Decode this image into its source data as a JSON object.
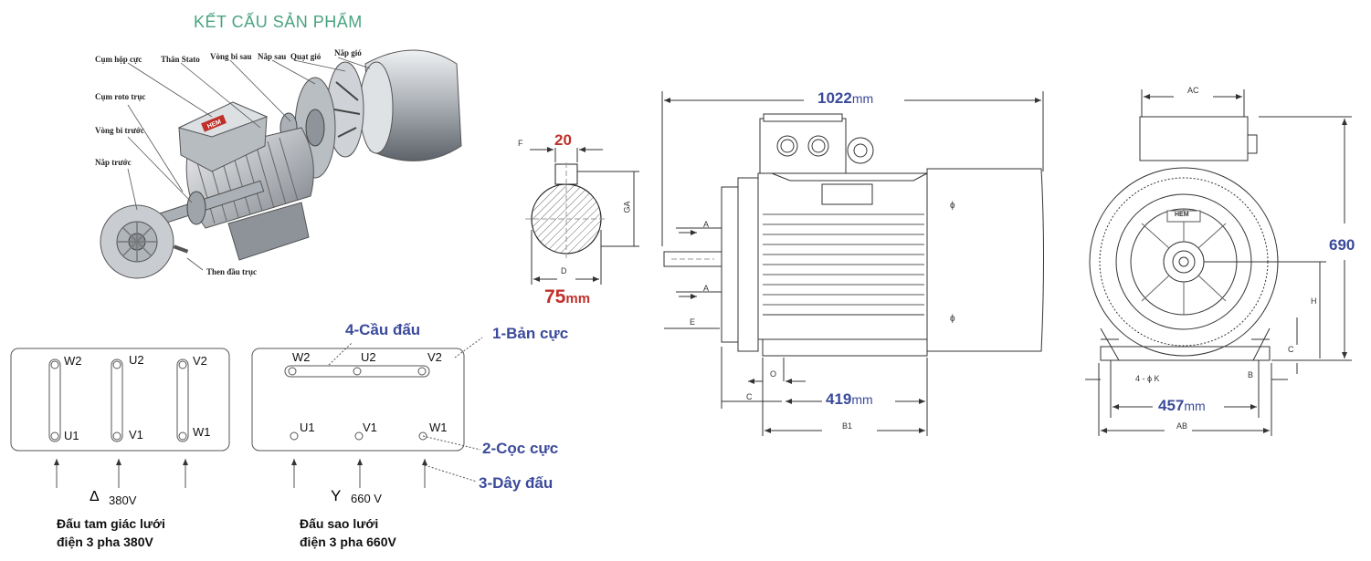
{
  "title": "KẾT CẤU SẢN PHẨM",
  "parts": {
    "cum_hop_cuc": "Cụm hộp cực",
    "than_stato": "Thân Stato",
    "vong_bi_sau": "Vòng bi sau",
    "nap_sau": "Nắp sau",
    "quat_gio": "Quạt gió",
    "nap_gio": "Nắp gió",
    "cum_roto_truc": "Cụm roto trục",
    "vong_bi_truoc": "Vòng bi trước",
    "nap_truoc": "Nắp trước",
    "then_dau_truc": "Then đầu trục"
  },
  "logo": "HEM",
  "shaft": {
    "f_label": "F",
    "f_value": "20",
    "ga_label": "GA",
    "d_label": "D",
    "d_value": "75",
    "unit": "mm"
  },
  "side_view": {
    "length": "1022",
    "unit": "mm",
    "a_top": "A",
    "a_bottom": "A",
    "e_label": "E",
    "o_label": "O",
    "c_label": "C",
    "b1_label": "B1",
    "b1_value": "419"
  },
  "front_view": {
    "ac_label": "AC",
    "height_value": "690",
    "h_label": "H",
    "c_label": "C",
    "k_label": "4 - ϕ K",
    "b_label": "B",
    "a_value": "457",
    "unit": "mm",
    "ab_label": "AB"
  },
  "delta": {
    "terminals": [
      "W2",
      "U2",
      "V2",
      "U1",
      "V1",
      "W1"
    ],
    "symbol": "Δ",
    "voltage": "380V",
    "caption_line1": "Đấu tam giác lưới",
    "caption_line2": "điện 3 pha 380V"
  },
  "star": {
    "terminals": [
      "W2",
      "U2",
      "V2",
      "U1",
      "V1",
      "W1"
    ],
    "symbol": "Y",
    "voltage": "660 V",
    "caption_line1": "Đấu sao lưới",
    "caption_line2": "điện 3 pha 660V"
  },
  "callouts": {
    "ban_cuc": "1-Bản cực",
    "coc_cuc": "2-Cọc cực",
    "day_dau": "3-Dây đấu",
    "cau_dau": "4-Cầu đấu"
  }
}
